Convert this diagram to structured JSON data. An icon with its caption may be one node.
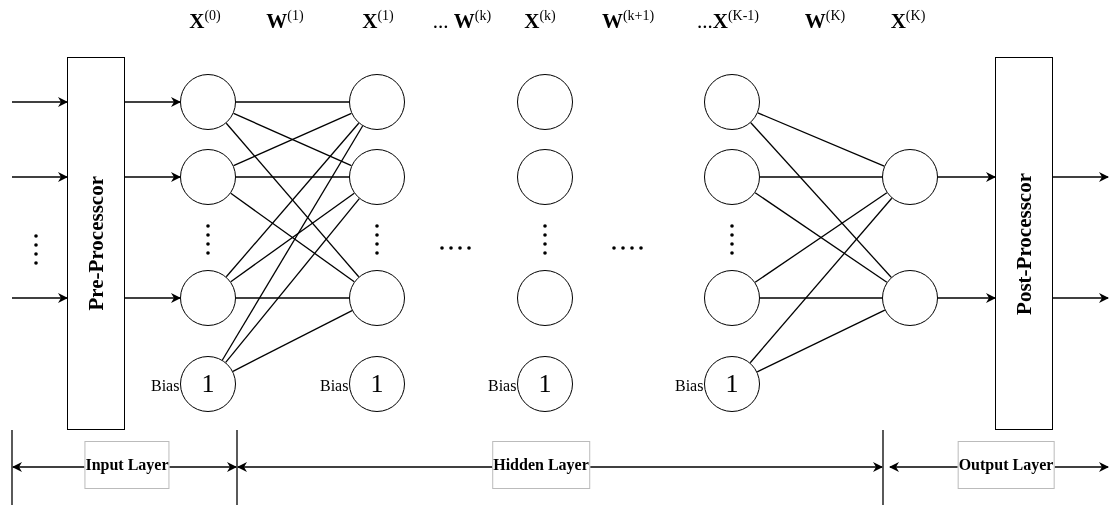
{
  "diagram": {
    "nodes": [
      {
        "text": [
          "Pre-Processcor"
        ]
      },
      {
        "text": [],
        "shape": "circle"
      },
      {
        "text": [],
        "shape": "circle"
      },
      {
        "text": [],
        "shape": "circle"
      },
      {
        "text": [
          "1"
        ],
        "beside": [
          "Bias"
        ]
      },
      {
        "text": [],
        "shape": "circle"
      },
      {
        "text": [],
        "shape": "circle"
      },
      {
        "text": [],
        "shape": "circle"
      },
      {
        "text": [
          "1"
        ],
        "beside": [
          "Bias"
        ]
      },
      {
        "text": [],
        "shape": "circle"
      },
      {
        "text": [],
        "shape": "circle"
      },
      {
        "text": [],
        "shape": "circle"
      },
      {
        "text": [
          "1"
        ],
        "beside": [
          "Bias"
        ]
      },
      {
        "text": [],
        "shape": "circle"
      },
      {
        "text": [],
        "shape": "circle"
      },
      {
        "text": [],
        "shape": "circle"
      },
      {
        "text": [
          "1"
        ],
        "beside": [
          "Bias"
        ]
      },
      {
        "text": [],
        "shape": "circle"
      },
      {
        "text": [],
        "shape": "circle"
      },
      {
        "text": [
          "Post-Processcor"
        ]
      }
    ],
    "edges": [
      {
        "from": null,
        "to": 0,
        "arrow": "to"
      },
      {
        "from": null,
        "to": 0,
        "arrow": "to"
      },
      {
        "from": null,
        "to": 0,
        "arrow": "to"
      },
      {
        "from": 0,
        "to": 1,
        "arrow": "to"
      },
      {
        "from": 0,
        "to": 2,
        "arrow": "to"
      },
      {
        "from": 0,
        "to": 3,
        "arrow": "to"
      },
      {
        "from": 1,
        "to": 5,
        "arrow": "none"
      },
      {
        "from": 1,
        "to": 6,
        "arrow": "none"
      },
      {
        "from": 1,
        "to": 7,
        "arrow": "none"
      },
      {
        "from": 2,
        "to": 5,
        "arrow": "none"
      },
      {
        "from": 2,
        "to": 6,
        "arrow": "none"
      },
      {
        "from": 2,
        "to": 7,
        "arrow": "none"
      },
      {
        "from": 3,
        "to": 5,
        "arrow": "none"
      },
      {
        "from": 3,
        "to": 6,
        "arrow": "none"
      },
      {
        "from": 3,
        "to": 7,
        "arrow": "none"
      },
      {
        "from": 4,
        "to": 5,
        "arrow": "none"
      },
      {
        "from": 4,
        "to": 6,
        "arrow": "none"
      },
      {
        "from": 4,
        "to": 7,
        "arrow": "none"
      },
      {
        "from": 13,
        "to": 17,
        "arrow": "none"
      },
      {
        "from": 13,
        "to": 18,
        "arrow": "none"
      },
      {
        "from": 14,
        "to": 17,
        "arrow": "none"
      },
      {
        "from": 14,
        "to": 18,
        "arrow": "none"
      },
      {
        "from": 15,
        "to": 17,
        "arrow": "none"
      },
      {
        "from": 15,
        "to": 18,
        "arrow": "none"
      },
      {
        "from": 16,
        "to": 17,
        "arrow": "none"
      },
      {
        "from": 16,
        "to": 18,
        "arrow": "none"
      },
      {
        "from": 17,
        "to": 19,
        "arrow": "to"
      },
      {
        "from": 18,
        "to": 19,
        "arrow": "to"
      },
      {
        "from": 19,
        "to": null,
        "arrow": "to"
      },
      {
        "from": 19,
        "to": null,
        "arrow": "to"
      }
    ],
    "labels": [
      "**X**$^{(0)}$",
      "**W**$^{(1)}$",
      "**X**$^{(1)}$",
      "... **W**$^{(k)}$",
      "**X**$^{(k)}$",
      "**W**$^{(k+1)}$",
      "...**X**$^{(K-1)}$",
      "**W**$^{(K)}$",
      "**X**$^{(K)}$",
      "Input Layer",
      "Hidden Layer",
      "Output Layer"
    ]
  }
}
